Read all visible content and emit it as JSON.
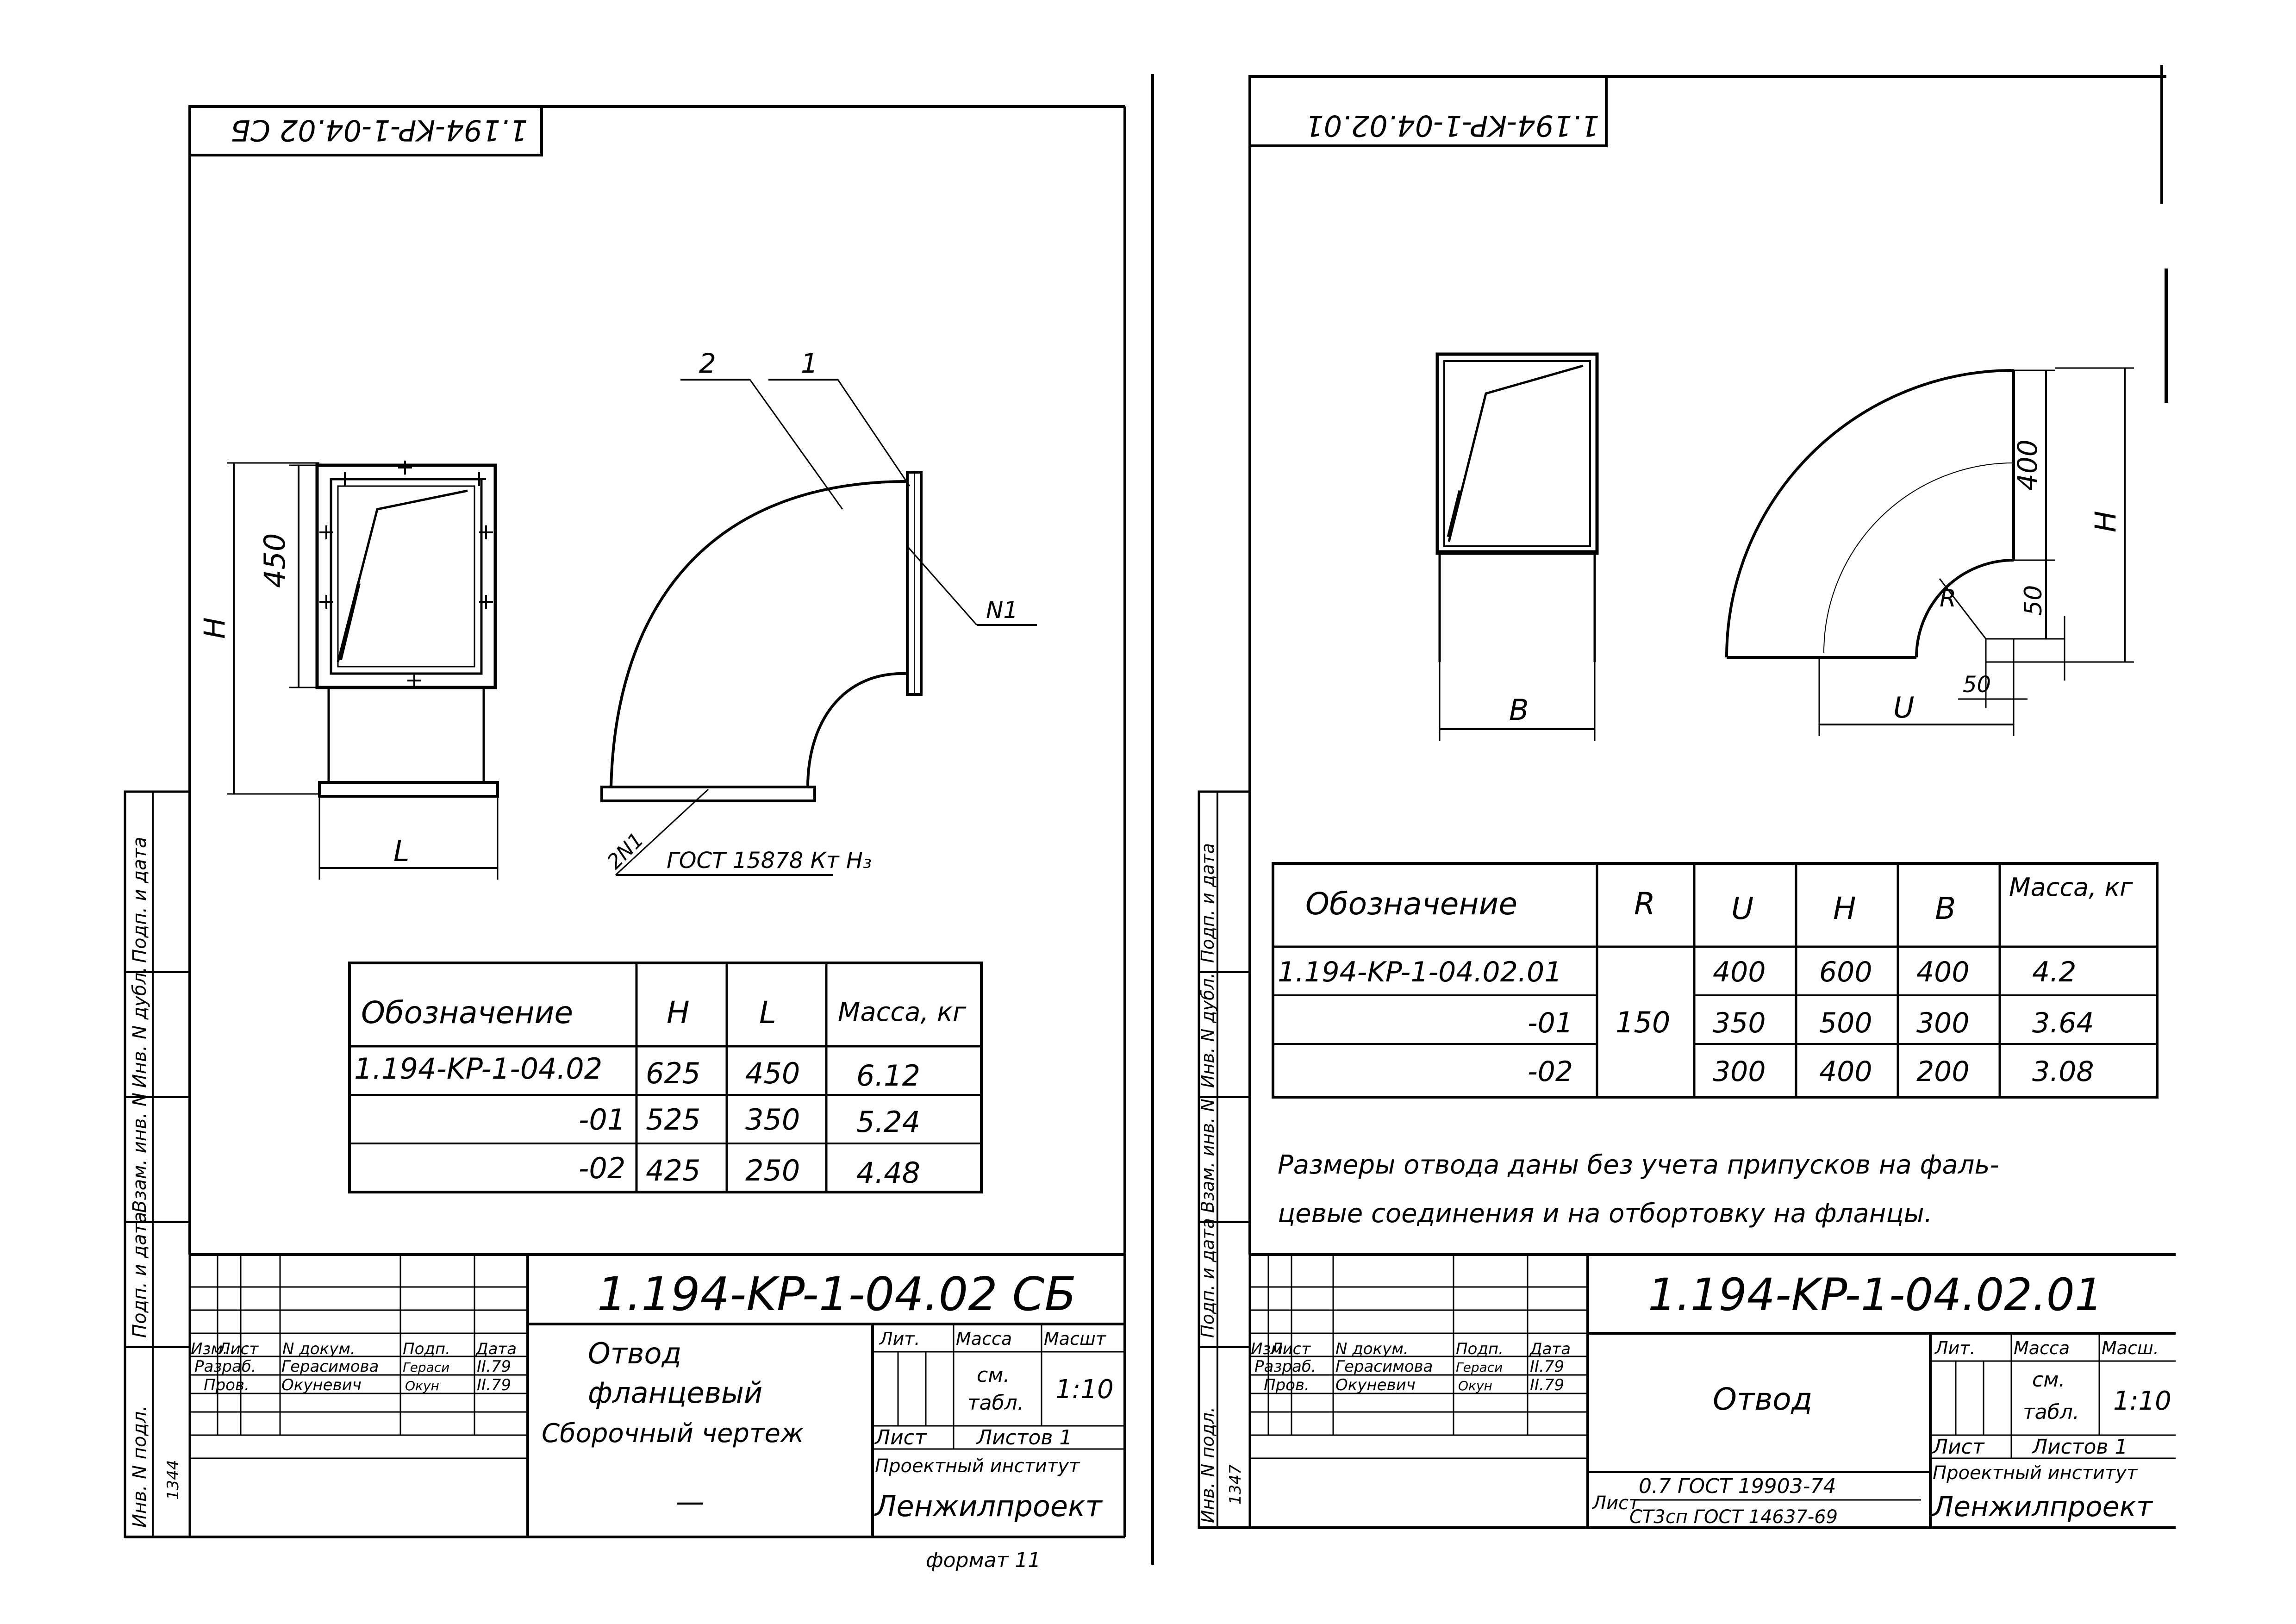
{
  "left_sheet": {
    "rotated_code": "1.194-KP-1-04.02 CБ",
    "callouts": {
      "part2": "2",
      "part1": "1",
      "weld_n1": "N1",
      "weld_2n1": "2N1",
      "weld_standard": "ГОСТ 15878 Кт Н₃"
    },
    "dims": {
      "h450": "450",
      "H": "H",
      "L": "L"
    },
    "table": {
      "headers": [
        "Обозначение",
        "H",
        "L",
        "Масса, кг"
      ],
      "rows": [
        [
          "1.194-KP-1-04.02",
          "625",
          "450",
          "6.12"
        ],
        [
          "-01",
          "525",
          "350",
          "5.24"
        ],
        [
          "-02",
          "425",
          "250",
          "4.48"
        ]
      ]
    },
    "title_block": {
      "code": "1.194-KP-1-04.02 CБ",
      "name_line1": "Отвод",
      "name_line2": "фланцевый",
      "name_line3": "Сборочный чертеж",
      "dash": "—",
      "col_izm": "Изм.",
      "col_list": "Лист",
      "col_doc": "N докум.",
      "col_sign": "Подп.",
      "col_date": "Дата",
      "row1_role": "Разраб.",
      "row1_name": "Герасимова",
      "row1_sign": "Гераси",
      "row1_date": "II.79",
      "row2_role": "Пров.",
      "row2_name": "Окуневич",
      "row2_sign": "Окун",
      "row2_date": "II.79",
      "lit": "Лит.",
      "massa": "Масса",
      "masht": "Масшт",
      "massa_val_1": "см.",
      "massa_val_2": "табл.",
      "scale": "1:10",
      "sheet": "Лист",
      "sheets": "Листов 1",
      "org1": "Проектный институт",
      "org2": "Ленжилпроект",
      "format": "формат 11"
    },
    "margin_labels": [
      "Инв. N подл.",
      "Подп. и дата",
      "Взам. инв. N",
      "Инв. N дубл.",
      "Подп. и дата"
    ],
    "margin_num": "1344"
  },
  "right_sheet": {
    "rotated_code": "1.194-KP-1-04.02.01",
    "dims": {
      "d400": "400",
      "H": "H",
      "R": "R",
      "d50a": "50",
      "d50b": "50",
      "U": "U",
      "B": "B"
    },
    "table": {
      "headers": [
        "Обозначение",
        "R",
        "U",
        "H",
        "B",
        "Масса, кг"
      ],
      "merged_R": "150",
      "rows": [
        [
          "1.194-KP-1-04.02.01",
          "400",
          "600",
          "400",
          "4.2"
        ],
        [
          "-01",
          "350",
          "500",
          "300",
          "3.64"
        ],
        [
          "-02",
          "300",
          "400",
          "200",
          "3.08"
        ]
      ]
    },
    "note_line1": "Размеры отвода даны без учета припусков на фаль-",
    "note_line2": "цевые соединения и на отбортовку на фланцы.",
    "title_block": {
      "code": "1.194-KP-1-04.02.01",
      "name": "Отвод",
      "material_label": "Лист",
      "material_line1": "0.7 ГОСТ 19903-74",
      "material_line2": "СТ3сп ГОСТ 14637-69",
      "col_izm": "Изм.",
      "col_list": "Лист",
      "col_doc": "N докум.",
      "col_sign": "Подп.",
      "col_date": "Дата",
      "row1_role": "Разраб.",
      "row1_name": "Герасимова",
      "row1_sign": "Гераси",
      "row1_date": "II.79",
      "row2_role": "Пров.",
      "row2_name": "Окуневич",
      "row2_sign": "Окун",
      "row2_date": "II.79",
      "lit": "Лит.",
      "massa": "Масса",
      "masht": "Масш.",
      "massa_val_1": "см.",
      "massa_val_2": "табл.",
      "scale": "1:10",
      "sheet": "Лист",
      "sheets": "Листов 1",
      "org1": "Проектный институт",
      "org2": "Ленжилпроект"
    },
    "margin_labels": [
      "Инв. N подл.",
      "Подп. и дата",
      "Взам. инв. N",
      "Инв. N дубл.",
      "Подп. и дата"
    ],
    "margin_num": "1347"
  }
}
